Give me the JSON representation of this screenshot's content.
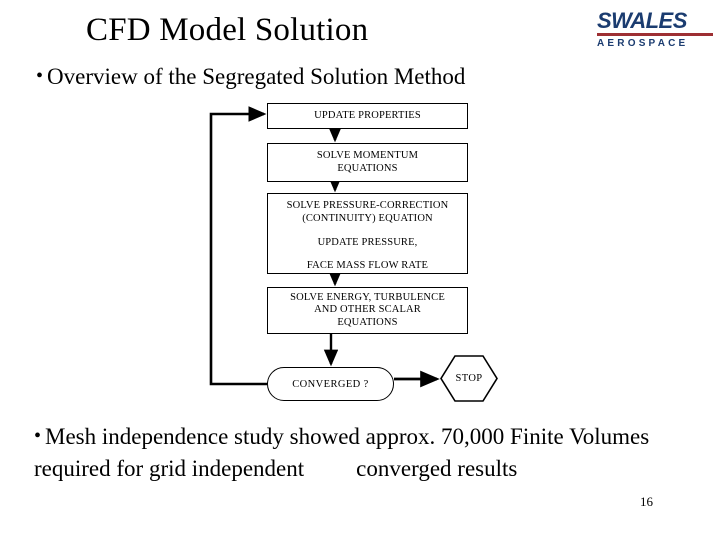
{
  "slide": {
    "title": "CFD Model Solution",
    "subtitle": {
      "bullet": "•",
      "text": "Overview of the Segregated Solution Method"
    },
    "page_number": "16"
  },
  "logo": {
    "main_text": "SWALES",
    "sub_text": "AEROSPACE",
    "colors": {
      "text": "#1b3c70",
      "bar": "#9d2f33"
    }
  },
  "flowchart": {
    "title": "Segregated Solution Method",
    "nodes": [
      {
        "id": "update-properties",
        "shape": "rectangle",
        "lines": [
          "UPDATE PROPERTIES"
        ]
      },
      {
        "id": "momentum",
        "shape": "rectangle",
        "lines": [
          "SOLVE MOMENTUM",
          "EQUATIONS"
        ]
      },
      {
        "id": "pressure",
        "shape": "rectangle",
        "lines": [
          "SOLVE PRESSURE-CORRECTION",
          "(CONTINUITY) EQUATION",
          "UPDATE PRESSURE,",
          "FACE MASS FLOW RATE"
        ]
      },
      {
        "id": "energy",
        "shape": "rectangle",
        "lines": [
          "SOLVE ENERGY, TURBULENCE",
          "AND OTHER SCALAR",
          "EQUATIONS"
        ]
      },
      {
        "id": "converged",
        "shape": "rounded-rectangle",
        "lines": [
          "CONVERGED ?"
        ]
      },
      {
        "id": "stop",
        "shape": "hexagon",
        "lines": [
          "STOP"
        ]
      }
    ],
    "edges": [
      {
        "from": "update-properties",
        "to": "momentum",
        "type": "arrow-down"
      },
      {
        "from": "momentum",
        "to": "pressure",
        "type": "arrow-down"
      },
      {
        "from": "pressure",
        "to": "energy",
        "type": "arrow-down"
      },
      {
        "from": "energy",
        "to": "converged",
        "type": "arrow-down"
      },
      {
        "from": "converged",
        "to": "stop",
        "type": "arrow-right"
      },
      {
        "from": "converged",
        "to": "update-properties",
        "type": "feedback-loop-left"
      }
    ],
    "line_color": "#000000"
  },
  "body": {
    "bullet": "•",
    "line1": "Mesh independence study showed approx. 70,000 Finite",
    "line2a": "Volumes required for grid independent",
    "line2b": "converged",
    "line3": "results"
  }
}
